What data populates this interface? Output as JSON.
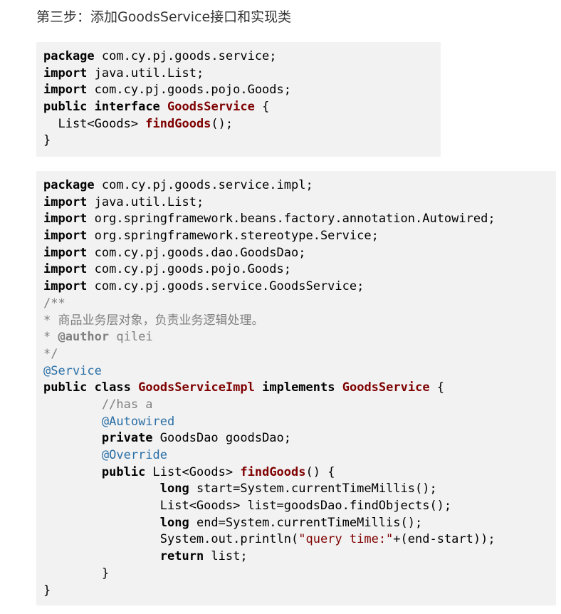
{
  "heading": "第三步：添加GoodsService接口和实现类",
  "code_blocks": [
    {
      "name": "goods-service-interface",
      "lines": [
        [
          [
            "keyword",
            "package"
          ],
          [
            "plain",
            " com.cy.pj.goods.service;"
          ]
        ],
        [
          [
            "keyword",
            "import"
          ],
          [
            "plain",
            " java.util.List;"
          ]
        ],
        [
          [
            "keyword",
            "import"
          ],
          [
            "plain",
            " com.cy.pj.goods.pojo.Goods;"
          ]
        ],
        [
          [
            "keyword",
            "public"
          ],
          [
            "plain",
            " "
          ],
          [
            "keyword",
            "interface"
          ],
          [
            "plain",
            " "
          ],
          [
            "type",
            "GoodsService"
          ],
          [
            "plain",
            " {"
          ]
        ],
        [
          [
            "plain",
            "  List<Goods> "
          ],
          [
            "method",
            "findGoods"
          ],
          [
            "plain",
            "();"
          ]
        ],
        [
          [
            "plain",
            "}"
          ]
        ]
      ]
    },
    {
      "name": "goods-service-impl",
      "lines": [
        [
          [
            "keyword",
            "package"
          ],
          [
            "plain",
            " com.cy.pj.goods.service.impl;"
          ]
        ],
        [
          [
            "keyword",
            "import"
          ],
          [
            "plain",
            " java.util.List;"
          ]
        ],
        [
          [
            "keyword",
            "import"
          ],
          [
            "plain",
            " org.springframework.beans.factory.annotation.Autowired;"
          ]
        ],
        [
          [
            "keyword",
            "import"
          ],
          [
            "plain",
            " org.springframework.stereotype.Service;"
          ]
        ],
        [
          [
            "keyword",
            "import"
          ],
          [
            "plain",
            " com.cy.pj.goods.dao.GoodsDao;"
          ]
        ],
        [
          [
            "keyword",
            "import"
          ],
          [
            "plain",
            " com.cy.pj.goods.pojo.Goods;"
          ]
        ],
        [
          [
            "keyword",
            "import"
          ],
          [
            "plain",
            " com.cy.pj.goods.service.GoodsService;"
          ]
        ],
        [
          [
            "comment",
            "/**"
          ]
        ],
        [
          [
            "comment",
            "* 商品业务层对象，负责业务逻辑处理。"
          ]
        ],
        [
          [
            "comment",
            "* "
          ],
          [
            "comment-tag",
            "@author"
          ],
          [
            "comment",
            " qilei"
          ]
        ],
        [
          [
            "comment",
            "*/"
          ]
        ],
        [
          [
            "annotation",
            "@Service"
          ]
        ],
        [
          [
            "keyword",
            "public"
          ],
          [
            "plain",
            " "
          ],
          [
            "keyword",
            "class"
          ],
          [
            "plain",
            " "
          ],
          [
            "type",
            "GoodsServiceImpl"
          ],
          [
            "plain",
            " "
          ],
          [
            "keyword",
            "implements"
          ],
          [
            "plain",
            " "
          ],
          [
            "type",
            "GoodsService"
          ],
          [
            "plain",
            " {"
          ]
        ],
        [
          [
            "plain",
            "        "
          ],
          [
            "comment",
            "//has a"
          ]
        ],
        [
          [
            "plain",
            "        "
          ],
          [
            "annotation",
            "@Autowired"
          ]
        ],
        [
          [
            "plain",
            "        "
          ],
          [
            "keyword",
            "private"
          ],
          [
            "plain",
            " GoodsDao goodsDao;"
          ]
        ],
        [
          [
            "plain",
            "        "
          ],
          [
            "annotation",
            "@Override"
          ]
        ],
        [
          [
            "plain",
            "        "
          ],
          [
            "keyword",
            "public"
          ],
          [
            "plain",
            " List<Goods> "
          ],
          [
            "method",
            "findGoods"
          ],
          [
            "plain",
            "() {"
          ]
        ],
        [
          [
            "plain",
            "                "
          ],
          [
            "keyword",
            "long"
          ],
          [
            "plain",
            " start=System.currentTimeMillis();"
          ]
        ],
        [
          [
            "plain",
            "                List<Goods> list=goodsDao.findObjects();"
          ]
        ],
        [
          [
            "plain",
            "                "
          ],
          [
            "keyword",
            "long"
          ],
          [
            "plain",
            " end=System.currentTimeMillis();"
          ]
        ],
        [
          [
            "plain",
            "                System.out.println("
          ],
          [
            "string",
            "\"query time:\""
          ],
          [
            "plain",
            "+(end-start));"
          ]
        ],
        [
          [
            "plain",
            "                "
          ],
          [
            "keyword",
            "return"
          ],
          [
            "plain",
            " list;"
          ]
        ],
        [
          [
            "plain",
            "        }"
          ]
        ],
        [
          [
            "plain",
            "}"
          ]
        ]
      ]
    }
  ]
}
